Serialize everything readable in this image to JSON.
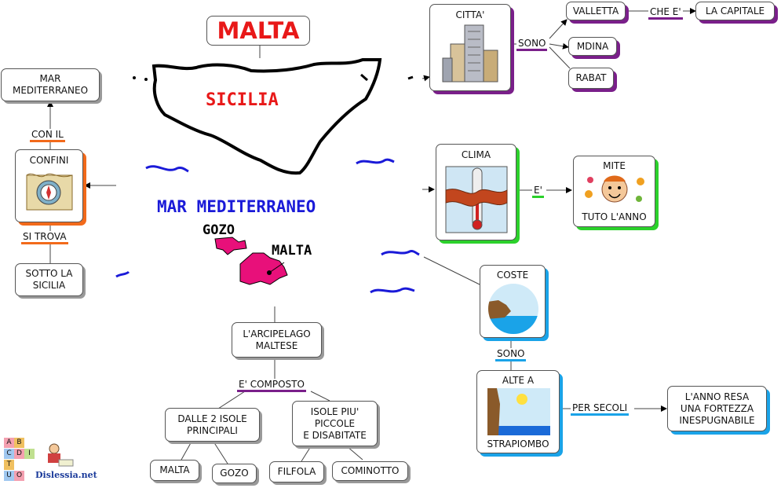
{
  "title": "MALTA",
  "map_labels": {
    "sicilia": "SICILIA",
    "sea": "MAR MEDITERRANEO",
    "gozo": "GOZO",
    "malta": "MALTA"
  },
  "nodes": {
    "mar_mediterraneo": "MAR\nMEDITERRANEO",
    "confini": "CONFINI",
    "sotto_sicilia": "SOTTO LA\nSICILIA",
    "citta": "CITTA'",
    "valletta": "VALLETTA",
    "la_capitale": "LA CAPITALE",
    "mdina": "MDINA",
    "rabat": "RABAT",
    "clima": "CLIMA",
    "mite": "MITE",
    "tuto_lanno": "TUTO L'ANNO",
    "coste": "COSTE",
    "alte_a": "ALTE A",
    "strapiombo": "STRAPIOMBO",
    "fortezza": "L'ANNO RESA\nUNA FORTEZZA\nINESPUGNABILE",
    "arcipelago": "L'ARCIPELAGO\nMALTESE",
    "dalle_2_isole": "DALLE 2 ISOLE\nPRINCIPALI",
    "isole_piccole": "ISOLE PIU'\nPICCOLE\nE DISABITATE",
    "malta": "MALTA",
    "gozo": "GOZO",
    "filfola": "FILFOLA",
    "cominotto": "COMINOTTO"
  },
  "links": {
    "con_il": "CON IL",
    "si_trova": "SI TROVA",
    "sono_citta": "SONO",
    "che_e": "CHE E'",
    "e_clima": "E'",
    "sono_coste": "SONO",
    "per_secoli": "PER SECOLI",
    "e_composto": "E' COMPOSTO"
  },
  "logo": {
    "blocks": [
      "A",
      "B",
      "C",
      "D",
      "I",
      "T",
      "U",
      "O"
    ],
    "text": "Dislessia.net"
  },
  "colors": {
    "title_red": "#e81818",
    "sea_blue": "#1a1ad8",
    "island_pink": "#e8107a",
    "link_purple": "#7a1f8a",
    "link_orange": "#f26a1b",
    "link_blue": "#1aa3e8",
    "link_green": "#2bd12b"
  }
}
